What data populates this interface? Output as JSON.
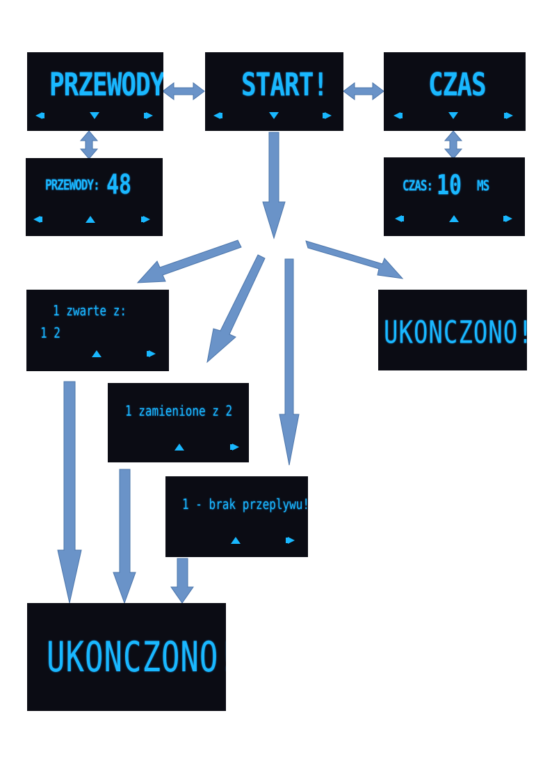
{
  "screens": {
    "przewody": {
      "title": "PRZEWODY"
    },
    "start": {
      "title": "START!"
    },
    "czas": {
      "title": "CZAS"
    },
    "przewody_edit": {
      "label": "PRZEWODY:",
      "value": "48"
    },
    "czas_edit": {
      "label": "CZAS:",
      "value": "10",
      "unit": "MS"
    },
    "zwarte": {
      "line1": "1 zwarte z:",
      "line2": "1 2"
    },
    "zamienione": {
      "text": "1 zamienione z 2"
    },
    "brak": {
      "text": "1 - brak przeplywu!"
    },
    "ukonczono_small": {
      "text": "UKONCZONO!"
    },
    "ukonczono_large": {
      "text": "UKONCZONO!"
    }
  },
  "colors": {
    "oled_text": "#19b8ff",
    "screen_bg": "#0b0c14",
    "arrow": "#6a93c8"
  },
  "icons": [
    "left-arrow-icon",
    "down-arrow-icon",
    "up-arrow-icon",
    "right-arrow-icon",
    "double-arrow-icon"
  ]
}
